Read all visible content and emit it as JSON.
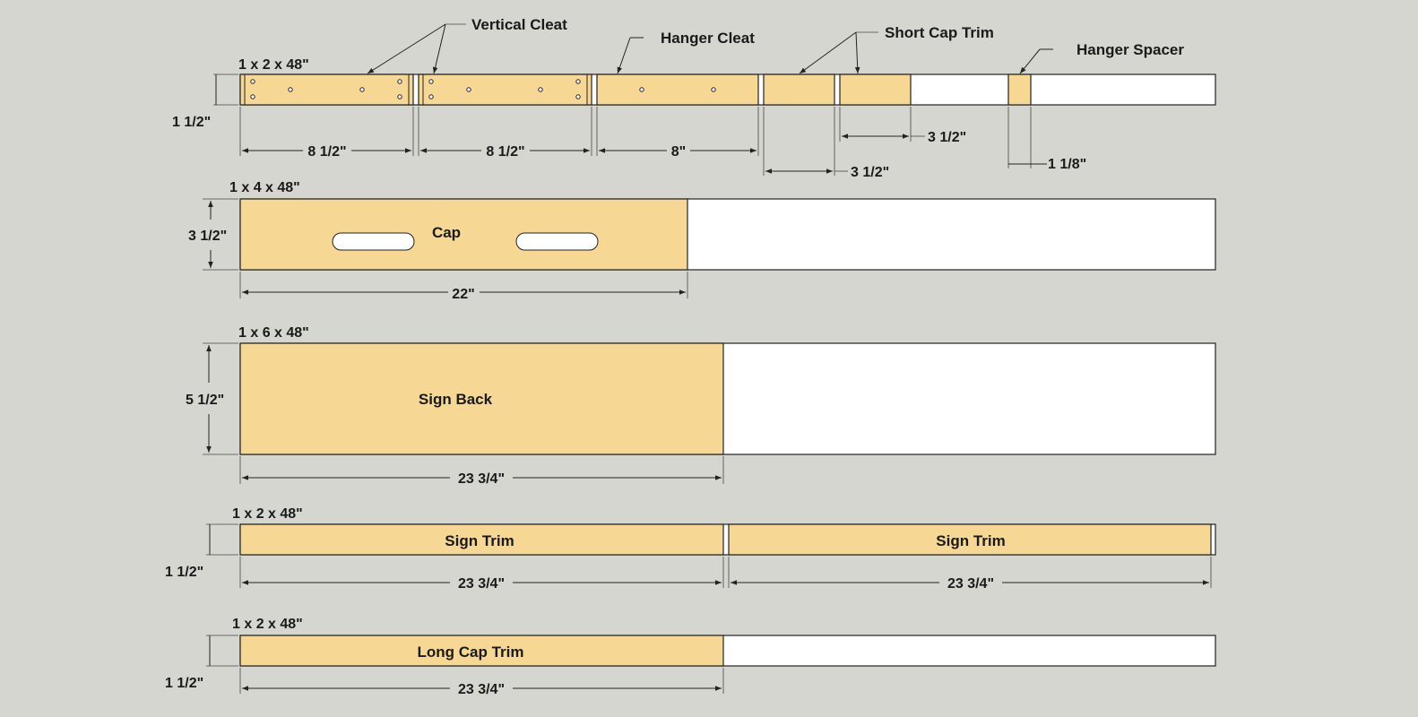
{
  "colors": {
    "background": "#d6d6d0",
    "wood": "#f6d894",
    "board": "#ffffff",
    "line": "#222222"
  },
  "boards": [
    {
      "stock": "1 x 2 x 48\"",
      "height_label": "1 1/2\"",
      "dims": [
        "8 1/2\"",
        "8 1/2\"",
        "8\"",
        "3 1/2\"",
        "3 1/2\"",
        "1 1/8\""
      ],
      "callouts": [
        "Vertical Cleat",
        "Hanger Cleat",
        "Short Cap Trim",
        "Hanger Spacer"
      ]
    },
    {
      "stock": "1 x 4 x 48\"",
      "height_label": "3 1/2\"",
      "part": "Cap",
      "dims": [
        "22\""
      ]
    },
    {
      "stock": "1 x 6 x 48\"",
      "height_label": "5 1/2\"",
      "part": "Sign Back",
      "dims": [
        "23 3/4\""
      ]
    },
    {
      "stock": "1 x 2 x 48\"",
      "height_label": "1 1/2\"",
      "parts": [
        "Sign Trim",
        "Sign Trim"
      ],
      "dims": [
        "23 3/4\"",
        "23 3/4\""
      ]
    },
    {
      "stock": "1 x 2 x 48\"",
      "height_label": "1 1/2\"",
      "part": "Long Cap Trim",
      "dims": [
        "23 3/4\""
      ]
    }
  ]
}
